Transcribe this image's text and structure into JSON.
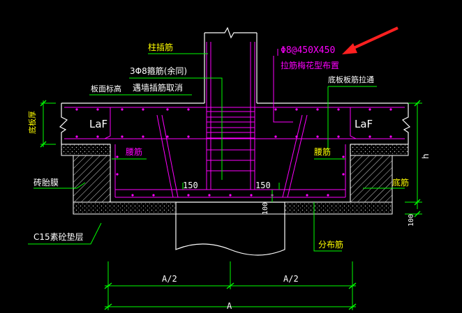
{
  "labels": {
    "column_rebar": "柱插筋",
    "stirrup": "3Φ8箍筋(余同)",
    "stirrup_note": "遇墙插筋取消",
    "slab_top": "板面标高",
    "pull_bar_spec": "Φ8@450X450",
    "pull_bar_layout": "拉筋梅花型布置",
    "bottom_slab_tie": "底板板筋拉通",
    "slab_thickness": "底板厚",
    "laf_left": "LaF",
    "laf_right": "LaF",
    "waist_bar_left": "腰筋",
    "waist_bar_right": "腰筋",
    "brick_mold": "砖胎膜",
    "bottom_bar": "底筋",
    "dim_150_left": "150",
    "dim_150_right": "150",
    "dim_100_pit": "100",
    "dim_h": "h",
    "dim_100_cushion": "100",
    "c15_cushion": "C15素砼垫层",
    "distribution_bar": "分布筋",
    "dim_a_half_left": "A/2",
    "dim_a_half_right": "A/2",
    "dim_a": "A"
  },
  "colors": {
    "background": "#000000",
    "structure": "#ffffff",
    "rebar": "#ff00ff",
    "leader": "#00ff00",
    "label": "#ffff00",
    "annotation_magenta": "#ff00ff",
    "arrow": "#ff2020",
    "purple_line": "#b05cff"
  }
}
